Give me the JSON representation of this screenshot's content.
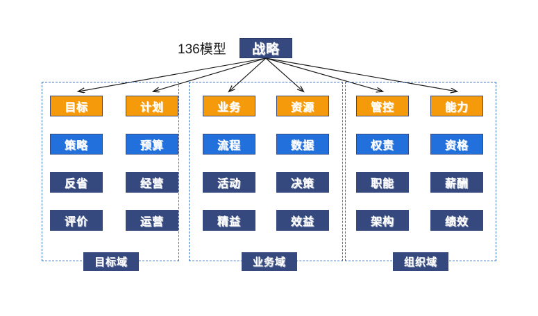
{
  "diagram": {
    "model_label": "136模型",
    "root": {
      "label": "战略"
    },
    "colors": {
      "orange": "#F59A0B",
      "blue": "#2170DC",
      "navy": "#35497E",
      "frame_dashed": "#3b6fc4",
      "arrow": "#1b1b1b",
      "background": "#ffffff"
    },
    "arrow_count": 6,
    "groups": [
      {
        "id": "goal",
        "caption": "目标域",
        "columns": [
          {
            "cells": [
              {
                "label": "目标",
                "tone": "orange"
              },
              {
                "label": "策略",
                "tone": "blue"
              },
              {
                "label": "反省",
                "tone": "navy"
              },
              {
                "label": "评价",
                "tone": "navy"
              }
            ]
          },
          {
            "cells": [
              {
                "label": "计划",
                "tone": "orange"
              },
              {
                "label": "预算",
                "tone": "blue"
              },
              {
                "label": "经营",
                "tone": "navy"
              },
              {
                "label": "运营",
                "tone": "navy"
              }
            ]
          }
        ]
      },
      {
        "id": "biz",
        "caption": "业务域",
        "columns": [
          {
            "cells": [
              {
                "label": "业务",
                "tone": "orange"
              },
              {
                "label": "流程",
                "tone": "blue"
              },
              {
                "label": "活动",
                "tone": "navy"
              },
              {
                "label": "精益",
                "tone": "navy"
              }
            ]
          },
          {
            "cells": [
              {
                "label": "资源",
                "tone": "orange"
              },
              {
                "label": "数据",
                "tone": "blue"
              },
              {
                "label": "决策",
                "tone": "navy"
              },
              {
                "label": "效益",
                "tone": "navy"
              }
            ]
          }
        ]
      },
      {
        "id": "org",
        "caption": "组织域",
        "columns": [
          {
            "cells": [
              {
                "label": "管控",
                "tone": "orange"
              },
              {
                "label": "权责",
                "tone": "blue"
              },
              {
                "label": "职能",
                "tone": "navy"
              },
              {
                "label": "架构",
                "tone": "navy"
              }
            ]
          },
          {
            "cells": [
              {
                "label": "能力",
                "tone": "orange"
              },
              {
                "label": "资格",
                "tone": "blue"
              },
              {
                "label": "薪酬",
                "tone": "navy"
              },
              {
                "label": "绩效",
                "tone": "navy"
              }
            ]
          }
        ]
      }
    ]
  }
}
